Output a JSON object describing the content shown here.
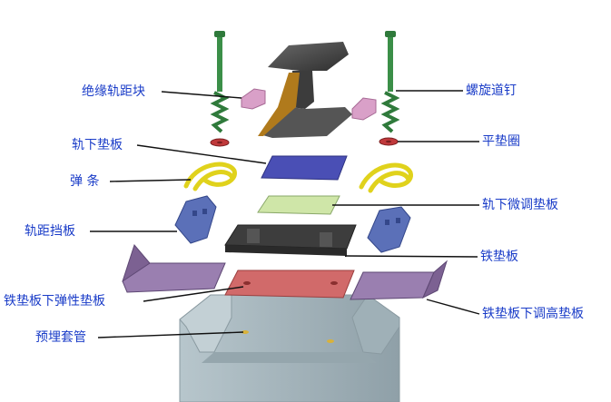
{
  "colors": {
    "label_text": "#1a3cc8",
    "leader_line": "#111111",
    "rail": "#4a4a4a",
    "rail_web": "#b07a1c",
    "spike": "#2f7a3b",
    "insulating_block": "#d9a0c8",
    "washer": "#c0393b",
    "rail_pad": "#4a4fb5",
    "elastic_clip": "#e0d21c",
    "micro_pad": "#cfe6a8",
    "gauge_block": "#5b70b8",
    "tie_plate": "#3d3d3d",
    "elastic_pad": "#c85a5a",
    "shim_plate": "#8a6ea0",
    "sleeper": "#a9b8bf"
  },
  "labels": {
    "insulating_gauge_block": "绝缘轨距块",
    "spiral_spike": "螺旋道钉",
    "under_rail_pad": "轨下垫板",
    "flat_washer": "平垫圈",
    "elastic_clip": "弹  条",
    "under_rail_micro_pad": "轨下微调垫板",
    "gauge_baffle": "轨距挡板",
    "tie_plate": "铁垫板",
    "elastic_pad_under_tie_plate": "铁垫板下弹性垫板",
    "height_pad_under_tie_plate": "铁垫板下调高垫板",
    "embedded_sleeve": "预埋套管"
  }
}
